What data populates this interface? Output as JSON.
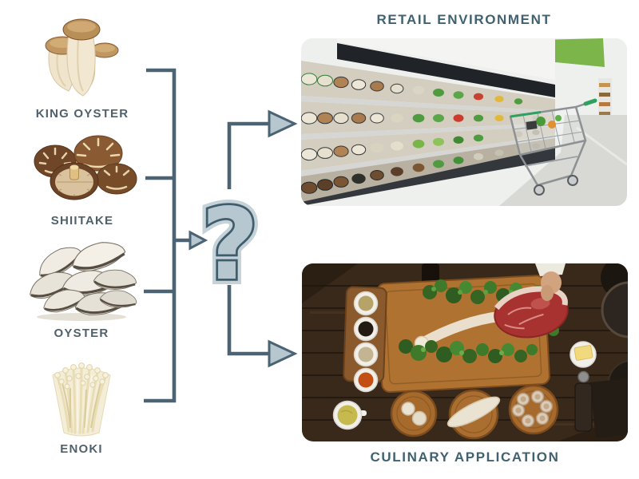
{
  "colors": {
    "background": "#ffffff",
    "line_color": "#4b6372",
    "arrow_fill": "#b7c7cf",
    "q_outline": "#3f5d6c",
    "q_halo": "#c5d2d8",
    "title_text": "#3f6170",
    "label_text": "#50616b"
  },
  "mushrooms": [
    {
      "label": "KING OYSTER",
      "image": "king-oyster-mushrooms-photo"
    },
    {
      "label": "SHIITAKE",
      "image": "shiitake-mushrooms-photo"
    },
    {
      "label": "OYSTER",
      "image": "oyster-mushrooms-photo"
    },
    {
      "label": "ENOKI",
      "image": "enoki-mushrooms-photo"
    }
  ],
  "diagram": {
    "question_mark": "?"
  },
  "panels": {
    "retail": {
      "title": "RETAIL ENVIRONMENT",
      "image": "supermarket-produce-aisle-photo"
    },
    "culinary": {
      "title": "CULINARY APPLICATION",
      "image": "overhead-culinary-prep-table-photo"
    }
  }
}
